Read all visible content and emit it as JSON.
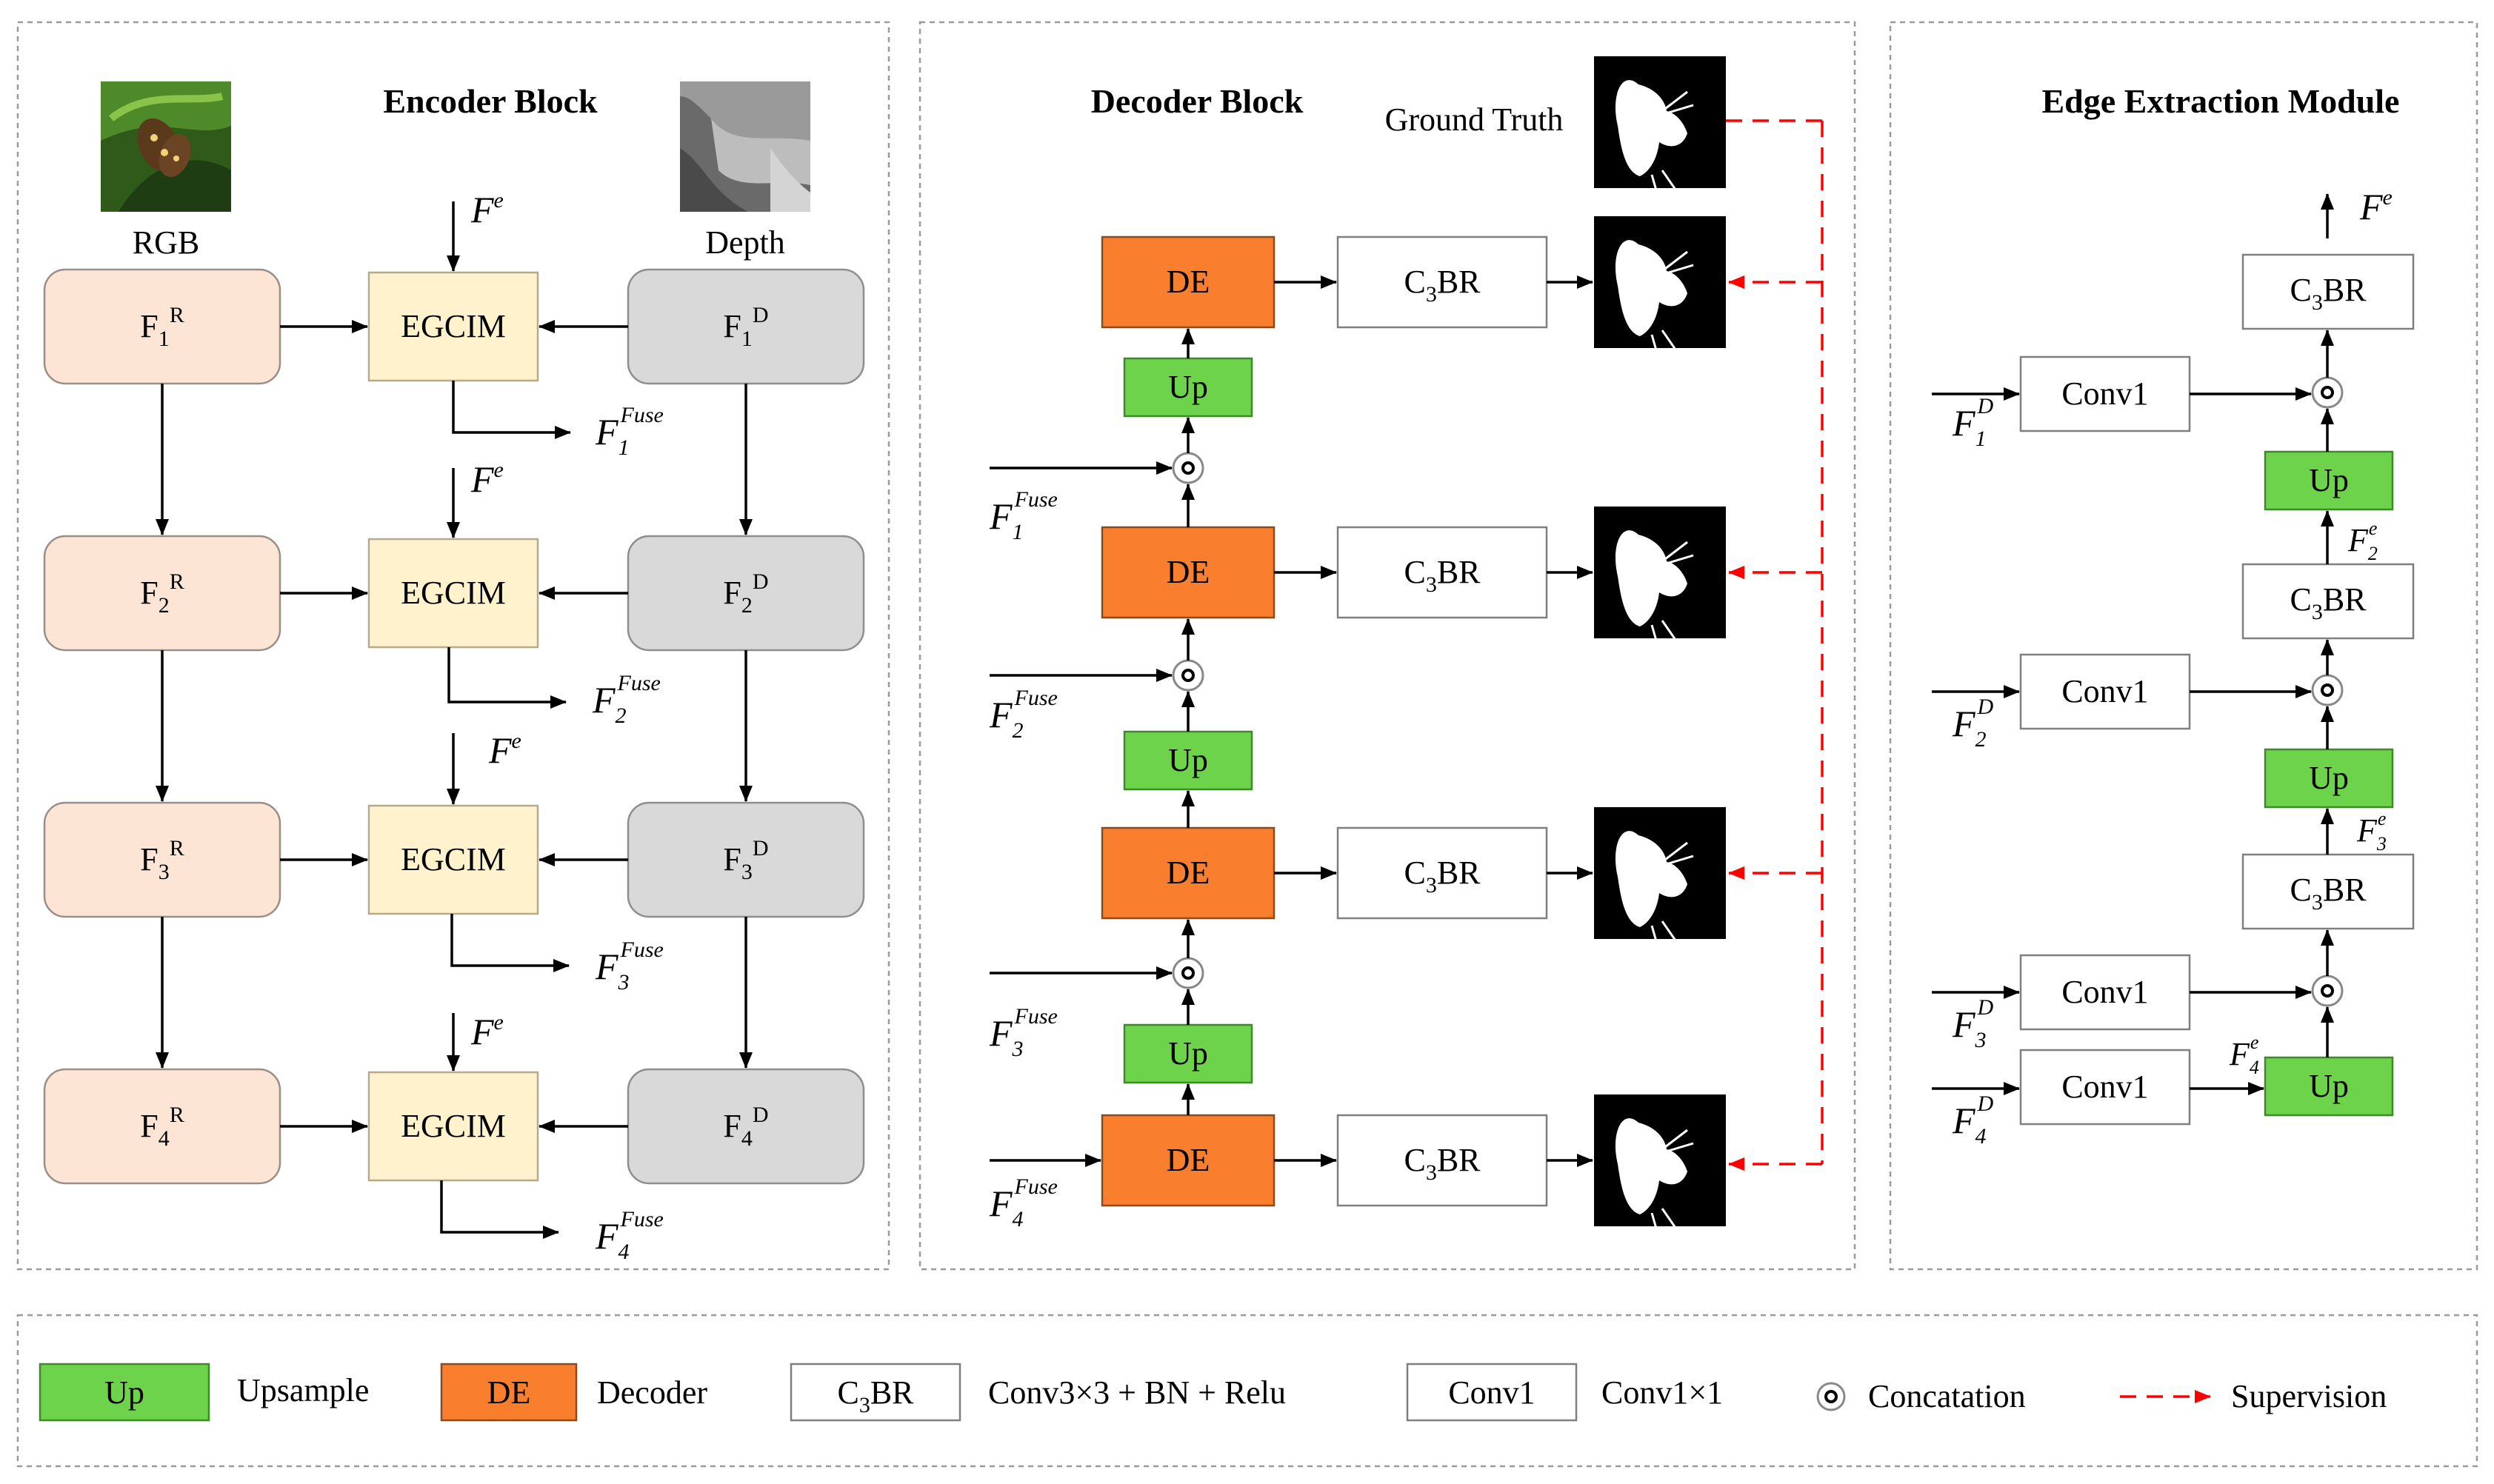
{
  "encoder": {
    "title": "Encoder Block",
    "rgb_label": "RGB",
    "depth_label": "Depth",
    "rgb_blocks": [
      {
        "base": "F",
        "sub": "1",
        "sup": "R"
      },
      {
        "base": "F",
        "sub": "2",
        "sup": "R"
      },
      {
        "base": "F",
        "sub": "3",
        "sup": "R"
      },
      {
        "base": "F",
        "sub": "4",
        "sup": "R"
      }
    ],
    "depth_blocks": [
      {
        "base": "F",
        "sub": "1",
        "sup": "D"
      },
      {
        "base": "F",
        "sub": "2",
        "sup": "D"
      },
      {
        "base": "F",
        "sub": "3",
        "sup": "D"
      },
      {
        "base": "F",
        "sub": "4",
        "sup": "D"
      }
    ],
    "egcim_label": "EGCIM",
    "edge_feature": {
      "base": "F",
      "sup": "e"
    },
    "fuse_outputs": [
      {
        "base": "F",
        "sub": "1",
        "sup": "Fuse"
      },
      {
        "base": "F",
        "sub": "2",
        "sup": "Fuse"
      },
      {
        "base": "F",
        "sub": "3",
        "sup": "Fuse"
      },
      {
        "base": "F",
        "sub": "4",
        "sup": "Fuse"
      }
    ]
  },
  "decoder": {
    "title": "Decoder Block",
    "ground_truth_label": "Ground Truth",
    "de_label": "DE",
    "up_label": "Up",
    "c3br": {
      "base": "C",
      "sub": "3",
      "rest": "BR"
    },
    "fuse_inputs": [
      {
        "base": "F",
        "sub": "1",
        "sup": "Fuse"
      },
      {
        "base": "F",
        "sub": "2",
        "sup": "Fuse"
      },
      {
        "base": "F",
        "sub": "3",
        "sup": "Fuse"
      },
      {
        "base": "F",
        "sub": "4",
        "sup": "Fuse"
      }
    ]
  },
  "edge": {
    "title": "Edge Extraction Module",
    "conv_label": "Conv1",
    "up_label": "Up",
    "c3br": {
      "base": "C",
      "sub": "3",
      "rest": "BR"
    },
    "output": {
      "base": "F",
      "sup": "e"
    },
    "depth_inputs": [
      {
        "base": "F",
        "sub": "1",
        "sup": "D"
      },
      {
        "base": "F",
        "sub": "2",
        "sup": "D"
      },
      {
        "base": "F",
        "sub": "3",
        "sup": "D"
      },
      {
        "base": "F",
        "sub": "4",
        "sup": "D"
      }
    ],
    "intermediate": [
      {
        "base": "F",
        "sub": "2",
        "sup": "e"
      },
      {
        "base": "F",
        "sub": "3",
        "sup": "e"
      },
      {
        "base": "F",
        "sub": "4",
        "sup": "e"
      }
    ]
  },
  "legend": {
    "up_box": "Up",
    "up_text": "Upsample",
    "de_box": "DE",
    "de_text": "Decoder",
    "c3br_box": {
      "base": "C",
      "sub": "3",
      "rest": "BR"
    },
    "c3br_text": "Conv3×3 + BN + Relu",
    "conv_box": "Conv1",
    "conv_text": "Conv1×1",
    "concat_text": "Concatation",
    "supervision_text": "Supervision"
  }
}
